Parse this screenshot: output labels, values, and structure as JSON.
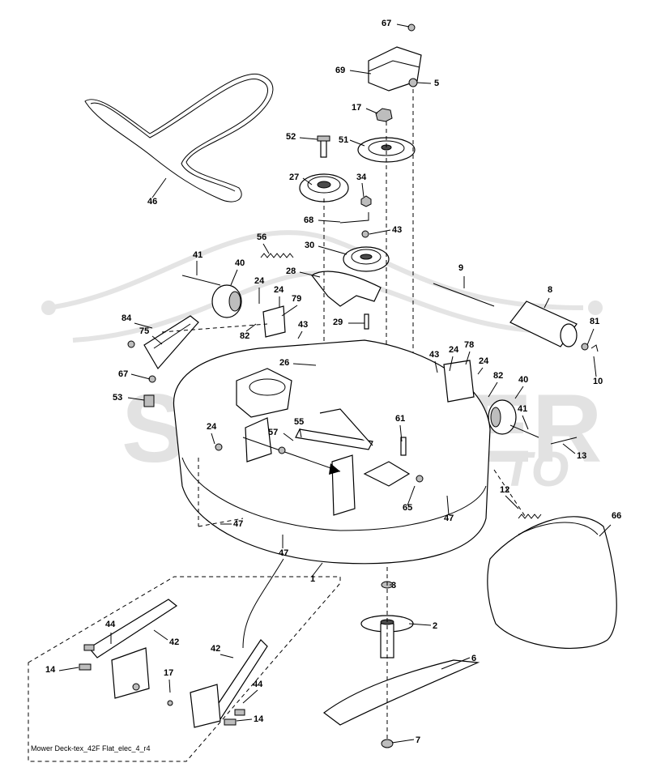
{
  "caption": "Mower Deck-tex_42F Flat_elec_4_r4",
  "watermark": {
    "text": "SCOOTER",
    "subtext": "TO"
  },
  "colors": {
    "ink": "#000000",
    "watermark": "#e2e2e2",
    "paper": "#ffffff"
  },
  "callouts": [
    {
      "label": "67"
    },
    {
      "label": "69"
    },
    {
      "label": "5"
    },
    {
      "label": "17"
    },
    {
      "label": "52"
    },
    {
      "label": "51"
    },
    {
      "label": "27"
    },
    {
      "label": "34"
    },
    {
      "label": "46"
    },
    {
      "label": "68"
    },
    {
      "label": "43"
    },
    {
      "label": "56"
    },
    {
      "label": "30"
    },
    {
      "label": "41"
    },
    {
      "label": "40"
    },
    {
      "label": "28"
    },
    {
      "label": "9"
    },
    {
      "label": "24"
    },
    {
      "label": "24"
    },
    {
      "label": "79"
    },
    {
      "label": "8"
    },
    {
      "label": "84"
    },
    {
      "label": "75"
    },
    {
      "label": "82"
    },
    {
      "label": "43"
    },
    {
      "label": "29"
    },
    {
      "label": "81"
    },
    {
      "label": "26"
    },
    {
      "label": "43"
    },
    {
      "label": "24"
    },
    {
      "label": "78"
    },
    {
      "label": "24"
    },
    {
      "label": "10"
    },
    {
      "label": "67"
    },
    {
      "label": "82"
    },
    {
      "label": "40"
    },
    {
      "label": "53"
    },
    {
      "label": "41"
    },
    {
      "label": "61"
    },
    {
      "label": "24"
    },
    {
      "label": "55"
    },
    {
      "label": "57"
    },
    {
      "label": "13"
    },
    {
      "label": "12"
    },
    {
      "label": "65"
    },
    {
      "label": "47"
    },
    {
      "label": "47"
    },
    {
      "label": "47"
    },
    {
      "label": "66"
    },
    {
      "label": "1"
    },
    {
      "label": "3"
    },
    {
      "label": "44"
    },
    {
      "label": "42"
    },
    {
      "label": "2"
    },
    {
      "label": "42"
    },
    {
      "label": "14"
    },
    {
      "label": "17"
    },
    {
      "label": "6"
    },
    {
      "label": "44"
    },
    {
      "label": "14"
    },
    {
      "label": "7"
    }
  ]
}
